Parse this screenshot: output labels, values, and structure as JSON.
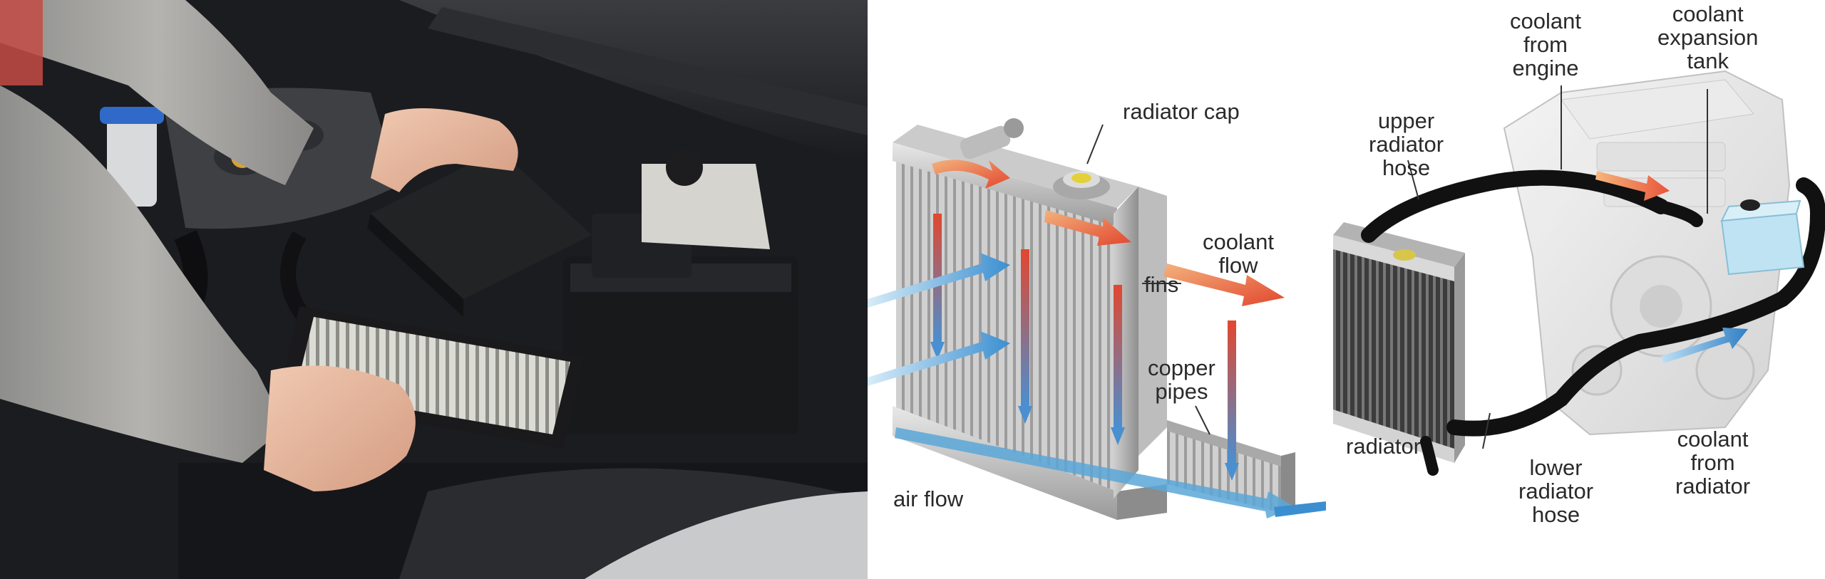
{
  "photo": {
    "subject": "mechanic-replacing-air-filter"
  },
  "cutaway_diagram": {
    "labels": {
      "radiator_cap": "radiator cap",
      "coolant_flow": "coolant\nflow",
      "fins": "fins",
      "copper_pipes": "copper\npipes",
      "air_flow": "air flow"
    },
    "colors": {
      "hot": "#e2472e",
      "warm": "#f3a36a",
      "cool": "#3b8fd0",
      "air": "#5aa7d8"
    }
  },
  "engine_diagram": {
    "labels": {
      "coolant_from_engine": "coolant\nfrom\nengine",
      "coolant_expansion_tank": "coolant\nexpansion\ntank",
      "upper_radiator_hose": "upper\nradiator\nhose",
      "radiator": "radiator",
      "lower_radiator_hose": "lower\nradiator\nhose",
      "coolant_from_radiator": "coolant\nfrom\nradiator"
    },
    "colors": {
      "hose": "#111111",
      "tank": "#bfe3f3",
      "hot_arrow": "#e8553a",
      "cool_arrow": "#3b8fd0"
    }
  }
}
